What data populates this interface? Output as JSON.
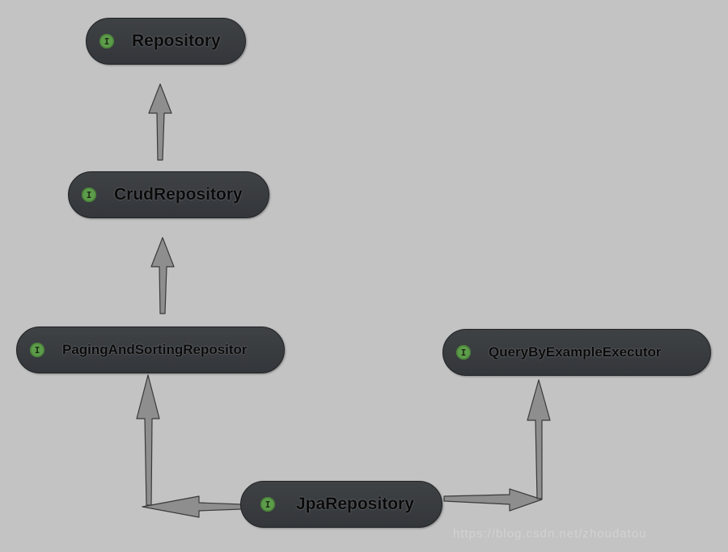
{
  "diagram": {
    "nodes": {
      "repository": {
        "label": "Repository",
        "badge": "I"
      },
      "crud": {
        "label": "CrudRepository",
        "badge": "I"
      },
      "paging": {
        "label": "PagingAndSortingRepositor",
        "badge": "I"
      },
      "query": {
        "label": "QueryByExampleExecutor",
        "badge": "I"
      },
      "jpa": {
        "label": "JpaRepository",
        "badge": "I"
      }
    },
    "edges": [
      {
        "from": "crud",
        "to": "repository"
      },
      {
        "from": "paging",
        "to": "crud"
      },
      {
        "from": "jpa",
        "to": "paging"
      },
      {
        "from": "jpa",
        "to": "query"
      }
    ],
    "colors": {
      "background": "#c3c3c3",
      "node_fill": "#3a3d40",
      "badge": "#5d9c4a",
      "arrow": "#8c8c8c"
    }
  },
  "watermark": "https://blog.csdn.net/zhoudatou"
}
